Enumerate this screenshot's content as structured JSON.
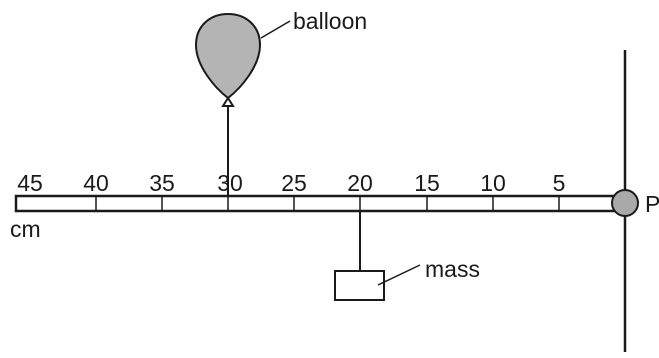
{
  "labels": {
    "balloon": "balloon",
    "mass": "mass",
    "unit": "cm",
    "pivot": "P"
  },
  "ruler": {
    "tick_labels": [
      "45",
      "40",
      "35",
      "30",
      "25",
      "20",
      "15",
      "10",
      "5"
    ],
    "balloon_attach_cm": 30,
    "mass_hang_cm": 20
  },
  "colors": {
    "balloon_fill": "#b4b4b4",
    "pivot_fill": "#a9a9a9",
    "line": "#1a1a1a"
  }
}
